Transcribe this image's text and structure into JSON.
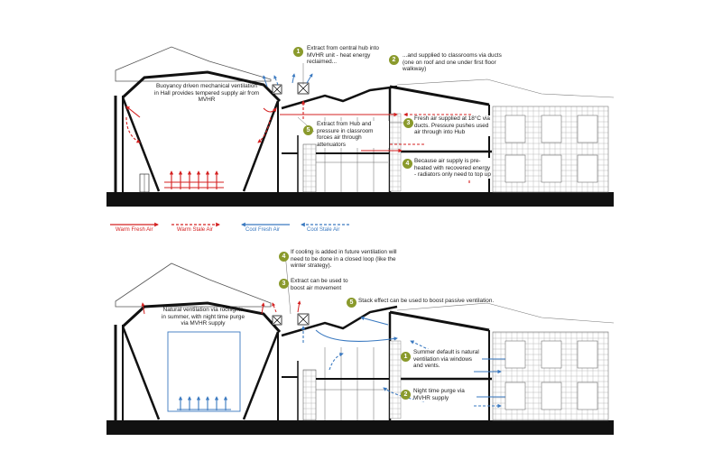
{
  "top": {
    "hall_note": "Buoyancy driven mechanical ventilation in Hall provides tempered supply air from MVHR",
    "n1": {
      "num": "1",
      "text": "Extract from central hub into MVHR unit - heat energy reclaimed..."
    },
    "n2": {
      "num": "2",
      "text": "...and supplied to classrooms via ducts (one on roof and one under first floor walkway)"
    },
    "n3": {
      "num": "3",
      "text": "Fresh air supplied at 18°C via ducts. Pressure pushes used air through into Hub"
    },
    "n4": {
      "num": "4",
      "text": "Because air supply is pre-heated with recovered energy - radiators only need to top up"
    },
    "n5": {
      "num": "5",
      "text": "Extract from Hub and pressure in classroom forces air through attenuators"
    }
  },
  "legend": {
    "warm_fresh": "Warm Fresh Air",
    "warm_stale": "Warm Stale Air",
    "cool_fresh": "Cool Fresh Air",
    "cool_stale": "Cool Stale Air"
  },
  "bottom": {
    "hall_note": "Natural ventilation via rooflights in summer, with night time purge via MVHR supply",
    "n1": {
      "num": "1",
      "text": "Summer default is natural ventilation via windows and vents."
    },
    "n2": {
      "num": "2",
      "text": "Night time purge via MVHR supply"
    },
    "n3": {
      "num": "3",
      "text": "Extract can be used to boost air movement"
    },
    "n4": {
      "num": "4",
      "text": "If cooling is added in future ventilation will need to be done in a closed loop (like the winter strategy)."
    },
    "n5": {
      "num": "5",
      "text": "Stack effect can be used to boost passive ventilation."
    }
  },
  "colors": {
    "warm": "#d42020",
    "cool": "#3a79c0",
    "badge": "#8a9a2c",
    "structure": "#111111"
  }
}
